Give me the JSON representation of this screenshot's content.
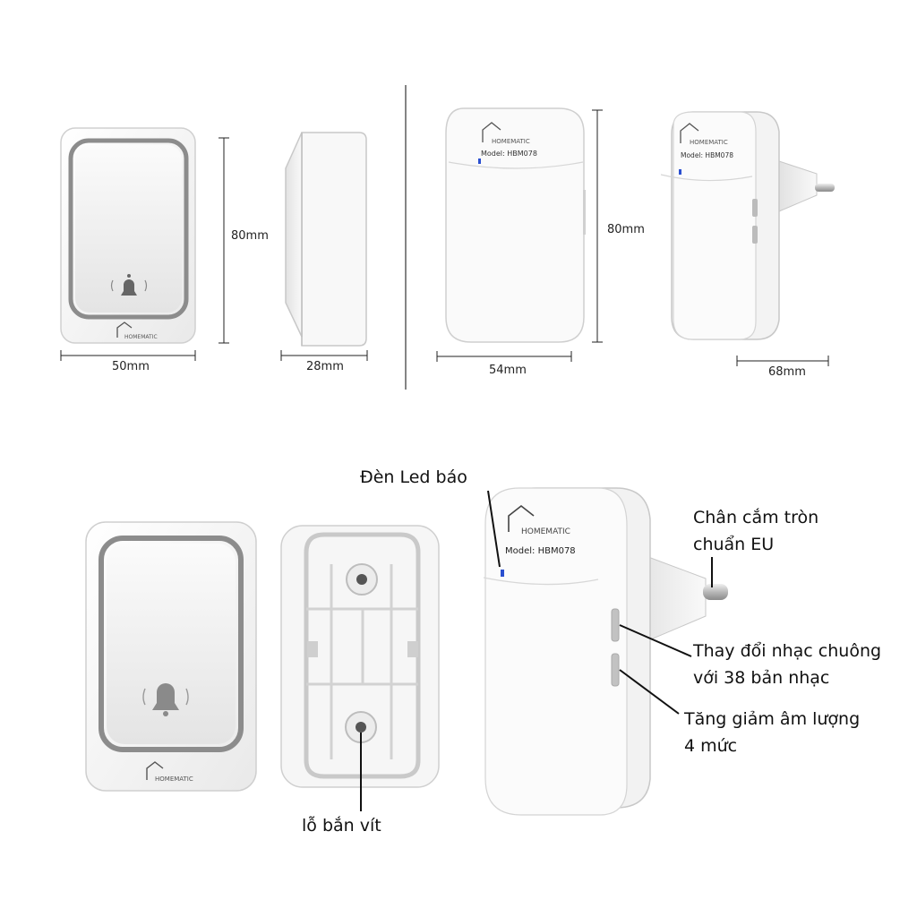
{
  "dimensions": {
    "button_height": "80mm",
    "button_width": "50mm",
    "button_depth": "28mm",
    "receiver_height": "80mm",
    "receiver_width": "54mm",
    "receiver_depth": "68mm"
  },
  "product": {
    "brand": "HOMEMATIC",
    "model": "Model: HBM078"
  },
  "annotations": {
    "led": "Đèn Led báo",
    "plug_line1": "Chân cắm tròn",
    "plug_line2": "chuẩn EU",
    "ringtone_line1": "Thay đổi nhạc chuông",
    "ringtone_line2": "với 38 bản nhạc",
    "volume_line1": "Tăng giảm âm lượng",
    "volume_line2": "4 mức",
    "screw": "lỗ bắn vít"
  },
  "colors": {
    "device_body": "#f7f7f7",
    "button_face": "#f1f1f1",
    "chrome_ring": "#9a9a9a",
    "led": "#2a4fd0",
    "line": "#111111"
  }
}
